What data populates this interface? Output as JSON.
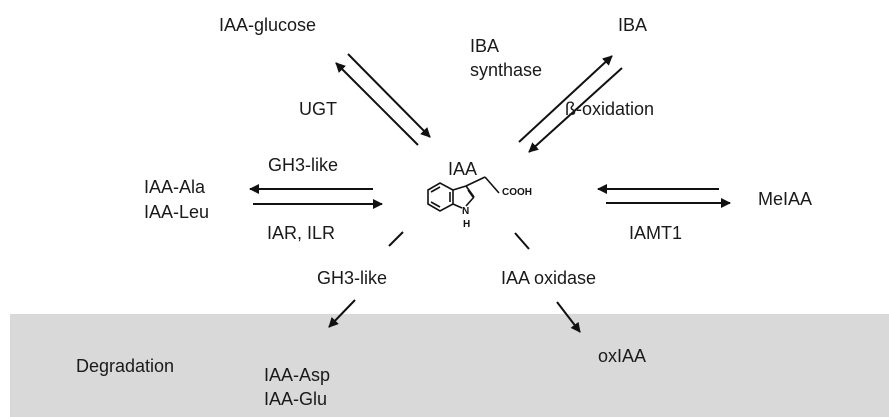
{
  "diagram": {
    "center_label": "IAA",
    "molecule": {
      "acid_group": "COOH",
      "nitrogen": "N",
      "hydrogen": "H"
    },
    "nodes": {
      "iaa_glucose": "IAA-glucose",
      "iba": "IBA",
      "iaa_ala": "IAA-Ala",
      "iaa_leu": "IAA-Leu",
      "meiaa": "MeIAA",
      "degradation": "Degradation",
      "iaa_asp": "IAA-Asp",
      "iaa_glu": "IAA-Glu",
      "oxiaa": "oxIAA"
    },
    "enzymes": {
      "ugt": "UGT",
      "iba_synthase_1": "IBA",
      "iba_synthase_2": "synthase",
      "beta_oxidation": "ß-oxidation",
      "gh3_like_top": "GH3-like",
      "iar_ilr": "IAR, ILR",
      "iamt1": "IAMT1",
      "gh3_like_bottom": "GH3-like",
      "iaa_oxidase": "IAA oxidase"
    },
    "colors": {
      "degradation_zone": "#d9d9d9",
      "text": "#1a1a1a",
      "arrow": "#111111"
    }
  }
}
